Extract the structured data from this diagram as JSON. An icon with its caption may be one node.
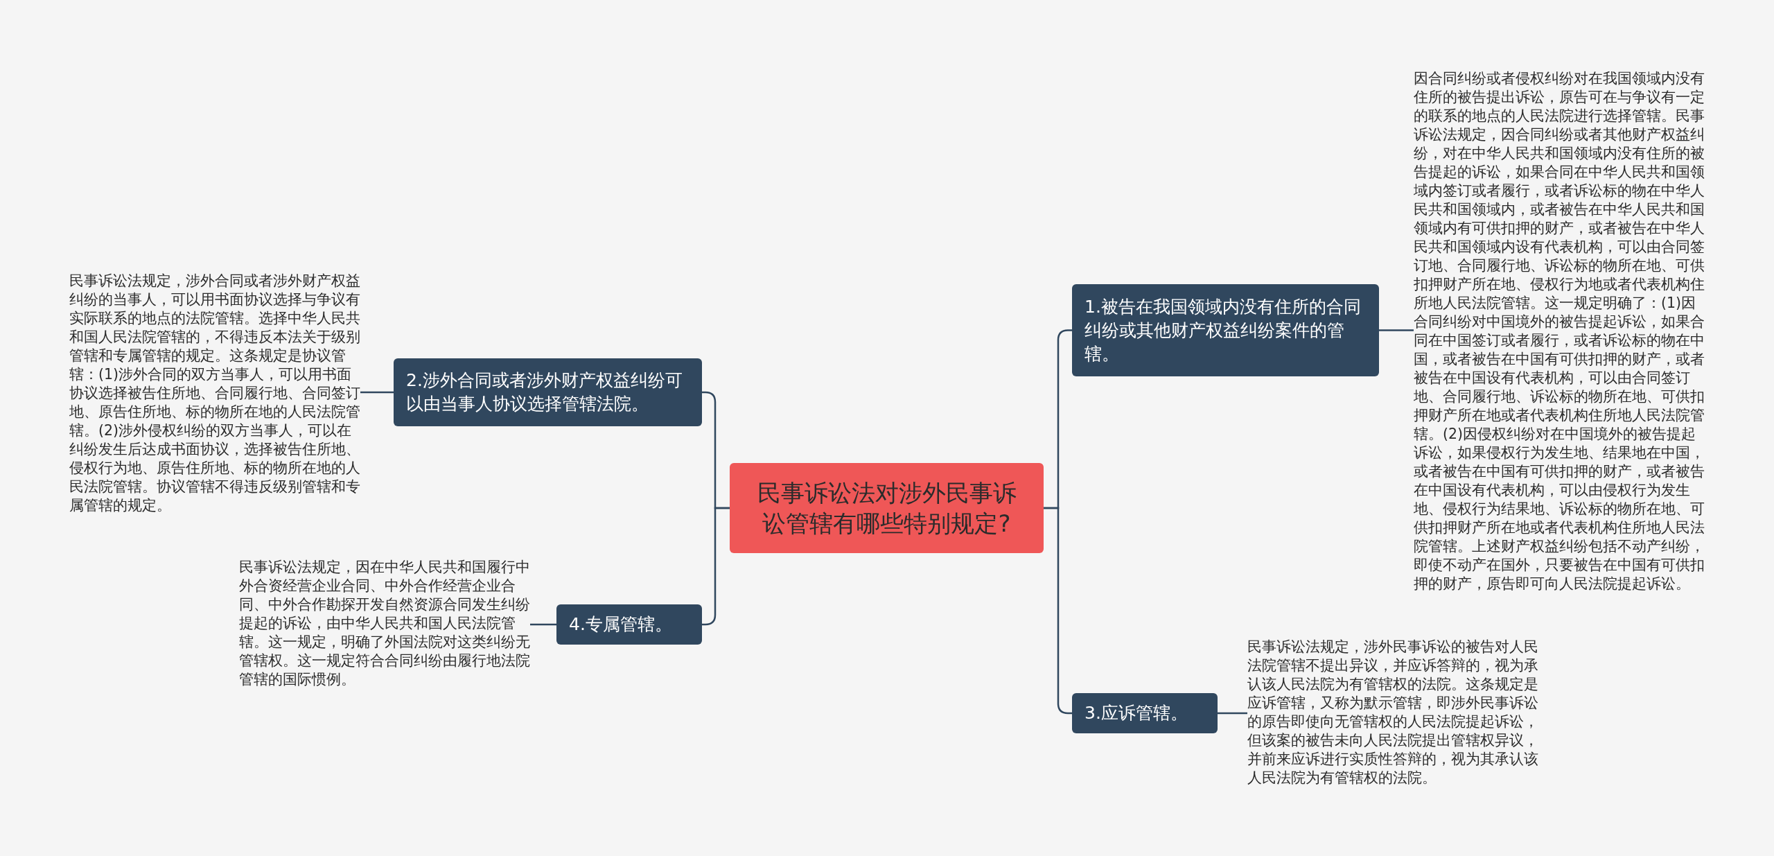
{
  "diagram": {
    "nodes": [
      {
        "text": [
          "民事诉讼法对涉外民事诉讼管辖有哪些特别规定?"
        ]
      },
      {
        "text": [
          "1.被告在我国领域内没有住所的合同纠纷或其他财产权益纠纷案件的管辖。"
        ]
      },
      {
        "text": [
          "因合同纠纷或者侵权纠纷对在我国领域内没有住所的被告提出诉讼，原告可在与争议有一定的联系的地点的人民法院进行选择管辖。民事诉讼法规定，因合同纠纷或者其他财产权益纠纷，对在中华人民共和国领域内没有住所的被告提起的诉讼，如果合同在中华人民共和国领域内签订或者履行，或者诉讼标的物在中华人民共和国领域内，或者被告在中华人民共和国领域内有可供扣押的财产，或者被告在中华人民共和国领域内设有代表机构，可以由合同签订地、合同履行地、诉讼标的物所在地、可供扣押财产所在地、侵权行为地或者代表机构住所地人民法院管辖。这一规定明确了：(1)因合同纠纷对中国境外的被告提起诉讼，如果合同在中国签订或者履行，或者诉讼标的物在中国，或者被告在中国有可供扣押的财产，或者被告在中国设有代表机构，可以由合同签订地、合同履行地、诉讼标的物所在地、可供扣押财产所在地或者代表机构住所地人民法院管辖。(2)因侵权纠纷对在中国境外的被告提起诉讼，如果侵权行为发生地、结果地在中国，或者被告在中国有可供扣押的财产，或者被告在中国设有代表机构，可以由侵权行为发生地、侵权行为结果地、诉讼标的物所在地、可供扣押财产所在地或者代表机构住所地人民法院管辖。上述财产权益纠纷包括不动产纠纷，即使不动产在国外，只要被告在中国有可供扣押的财产，原告即可向人民法院提起诉讼。"
        ]
      },
      {
        "text": [
          "2.涉外合同或者涉外财产权益纠纷可以由当事人协议选择管辖法院。"
        ]
      },
      {
        "text": [
          "民事诉讼法规定，涉外合同或者涉外财产权益纠纷的当事人，可以用书面协议选择与争议有实际联系的地点的法院管辖。选择中华人民共和国人民法院管辖的，不得违反本法关于级别管辖和专属管辖的规定。这条规定是协议管辖：(1)涉外合同的双方当事人，可以用书面协议选择被告住所地、合同履行地、合同签订地、原告住所地、标的物所在地的人民法院管辖。(2)涉外侵权纠纷的双方当事人，可以在纠纷发生后达成书面协议，选择被告住所地、侵权行为地、原告住所地、标的物所在地的人民法院管辖。协议管辖不得违反级别管辖和专属管辖的规定。"
        ]
      },
      {
        "text": [
          "3.应诉管辖。"
        ]
      },
      {
        "text": [
          "民事诉讼法规定，涉外民事诉讼的被告对人民法院管辖不提出异议，并应诉答辩的，视为承认该人民法院为有管辖权的法院。这条规定是应诉管辖，又称为默示管辖，即涉外民事诉讼的原告即使向无管辖权的人民法院提起诉讼，但该案的被告未向人民法院提出管辖权异议，并前来应诉进行实质性答辩的，视为其承认该人民法院为有管辖权的法院。"
        ]
      },
      {
        "text": [
          "4.专属管辖。"
        ]
      },
      {
        "text": [
          "民事诉讼法规定，因在中华人民共和国履行中外合资经营企业合同、中外合作经营企业合同、中外合作勘探开发自然资源合同发生纠纷提起的诉讼，由中华人民共和国人民法院管辖。这一规定，明确了外国法院对这类纠纷无管辖权。这一规定符合合同纠纷由履行地法院管辖的国际惯例。"
        ]
      }
    ],
    "edges": [
      {
        "from": 0,
        "to": 1,
        "arrow": "none"
      },
      {
        "from": 1,
        "to": 2,
        "arrow": "none"
      },
      {
        "from": 0,
        "to": 3,
        "arrow": "none"
      },
      {
        "from": 3,
        "to": 4,
        "arrow": "none"
      },
      {
        "from": 0,
        "to": 5,
        "arrow": "none"
      },
      {
        "from": 5,
        "to": 6,
        "arrow": "none"
      },
      {
        "from": 0,
        "to": 7,
        "arrow": "none"
      },
      {
        "from": 7,
        "to": 8,
        "arrow": "none"
      }
    ]
  }
}
